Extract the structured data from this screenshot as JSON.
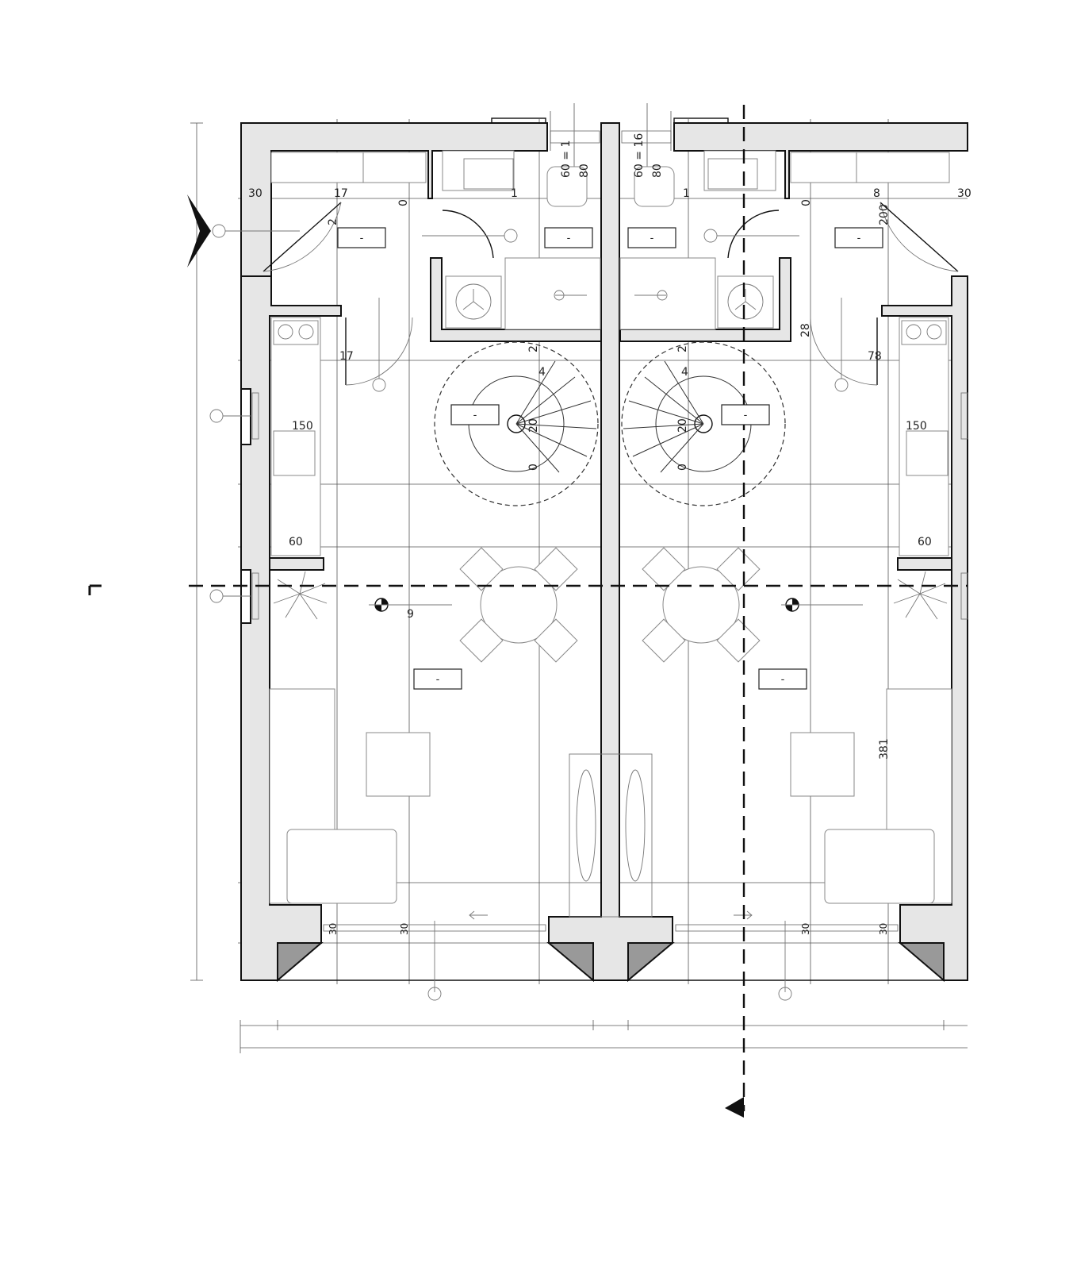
{
  "drawing": {
    "type": "architectural floor plan",
    "units": "mirrored twin dwellings sharing a central party wall"
  },
  "dimensions": {
    "wall_left": "30",
    "wall_right": "30",
    "top_left_17": "17",
    "top_left_1": "1",
    "top_right_1": "1",
    "top_right_8": "8",
    "bath_left_a": "60 = 1",
    "bath_left_b": "80",
    "bath_right_a": "60 = 16",
    "bath_right_b": "80",
    "door_left_2": "2",
    "door_right_200": "200",
    "hall_left_17": "17",
    "hall_right_78": "78",
    "hall_right_28": "28",
    "stair_left_top": "2",
    "stair_left_4": "4",
    "stair_left_20": "20",
    "stair_left_0": "0",
    "stair_right_top": "2",
    "stair_right_4": "4",
    "stair_right_20": "20",
    "stair_right_0": "0",
    "kitchen_left_150": "150",
    "kitchen_right_150": "150",
    "kitchen_left_60": "60",
    "kitchen_right_60": "60",
    "living_right_381": "381",
    "level_left_9": "9",
    "sill_left_30a": "30",
    "sill_left_30b": "30",
    "sill_right_30a": "30",
    "sill_right_30b": "30",
    "zero_left": "0",
    "zero_right": "0"
  },
  "room_tags": [
    "-",
    "-",
    "-",
    "-",
    "-",
    "-",
    "-",
    "-",
    "-",
    "-",
    "-",
    "-"
  ],
  "colors": {
    "wall_fill": "#e6e6e6",
    "line": "#111111",
    "grid": "#555555"
  }
}
